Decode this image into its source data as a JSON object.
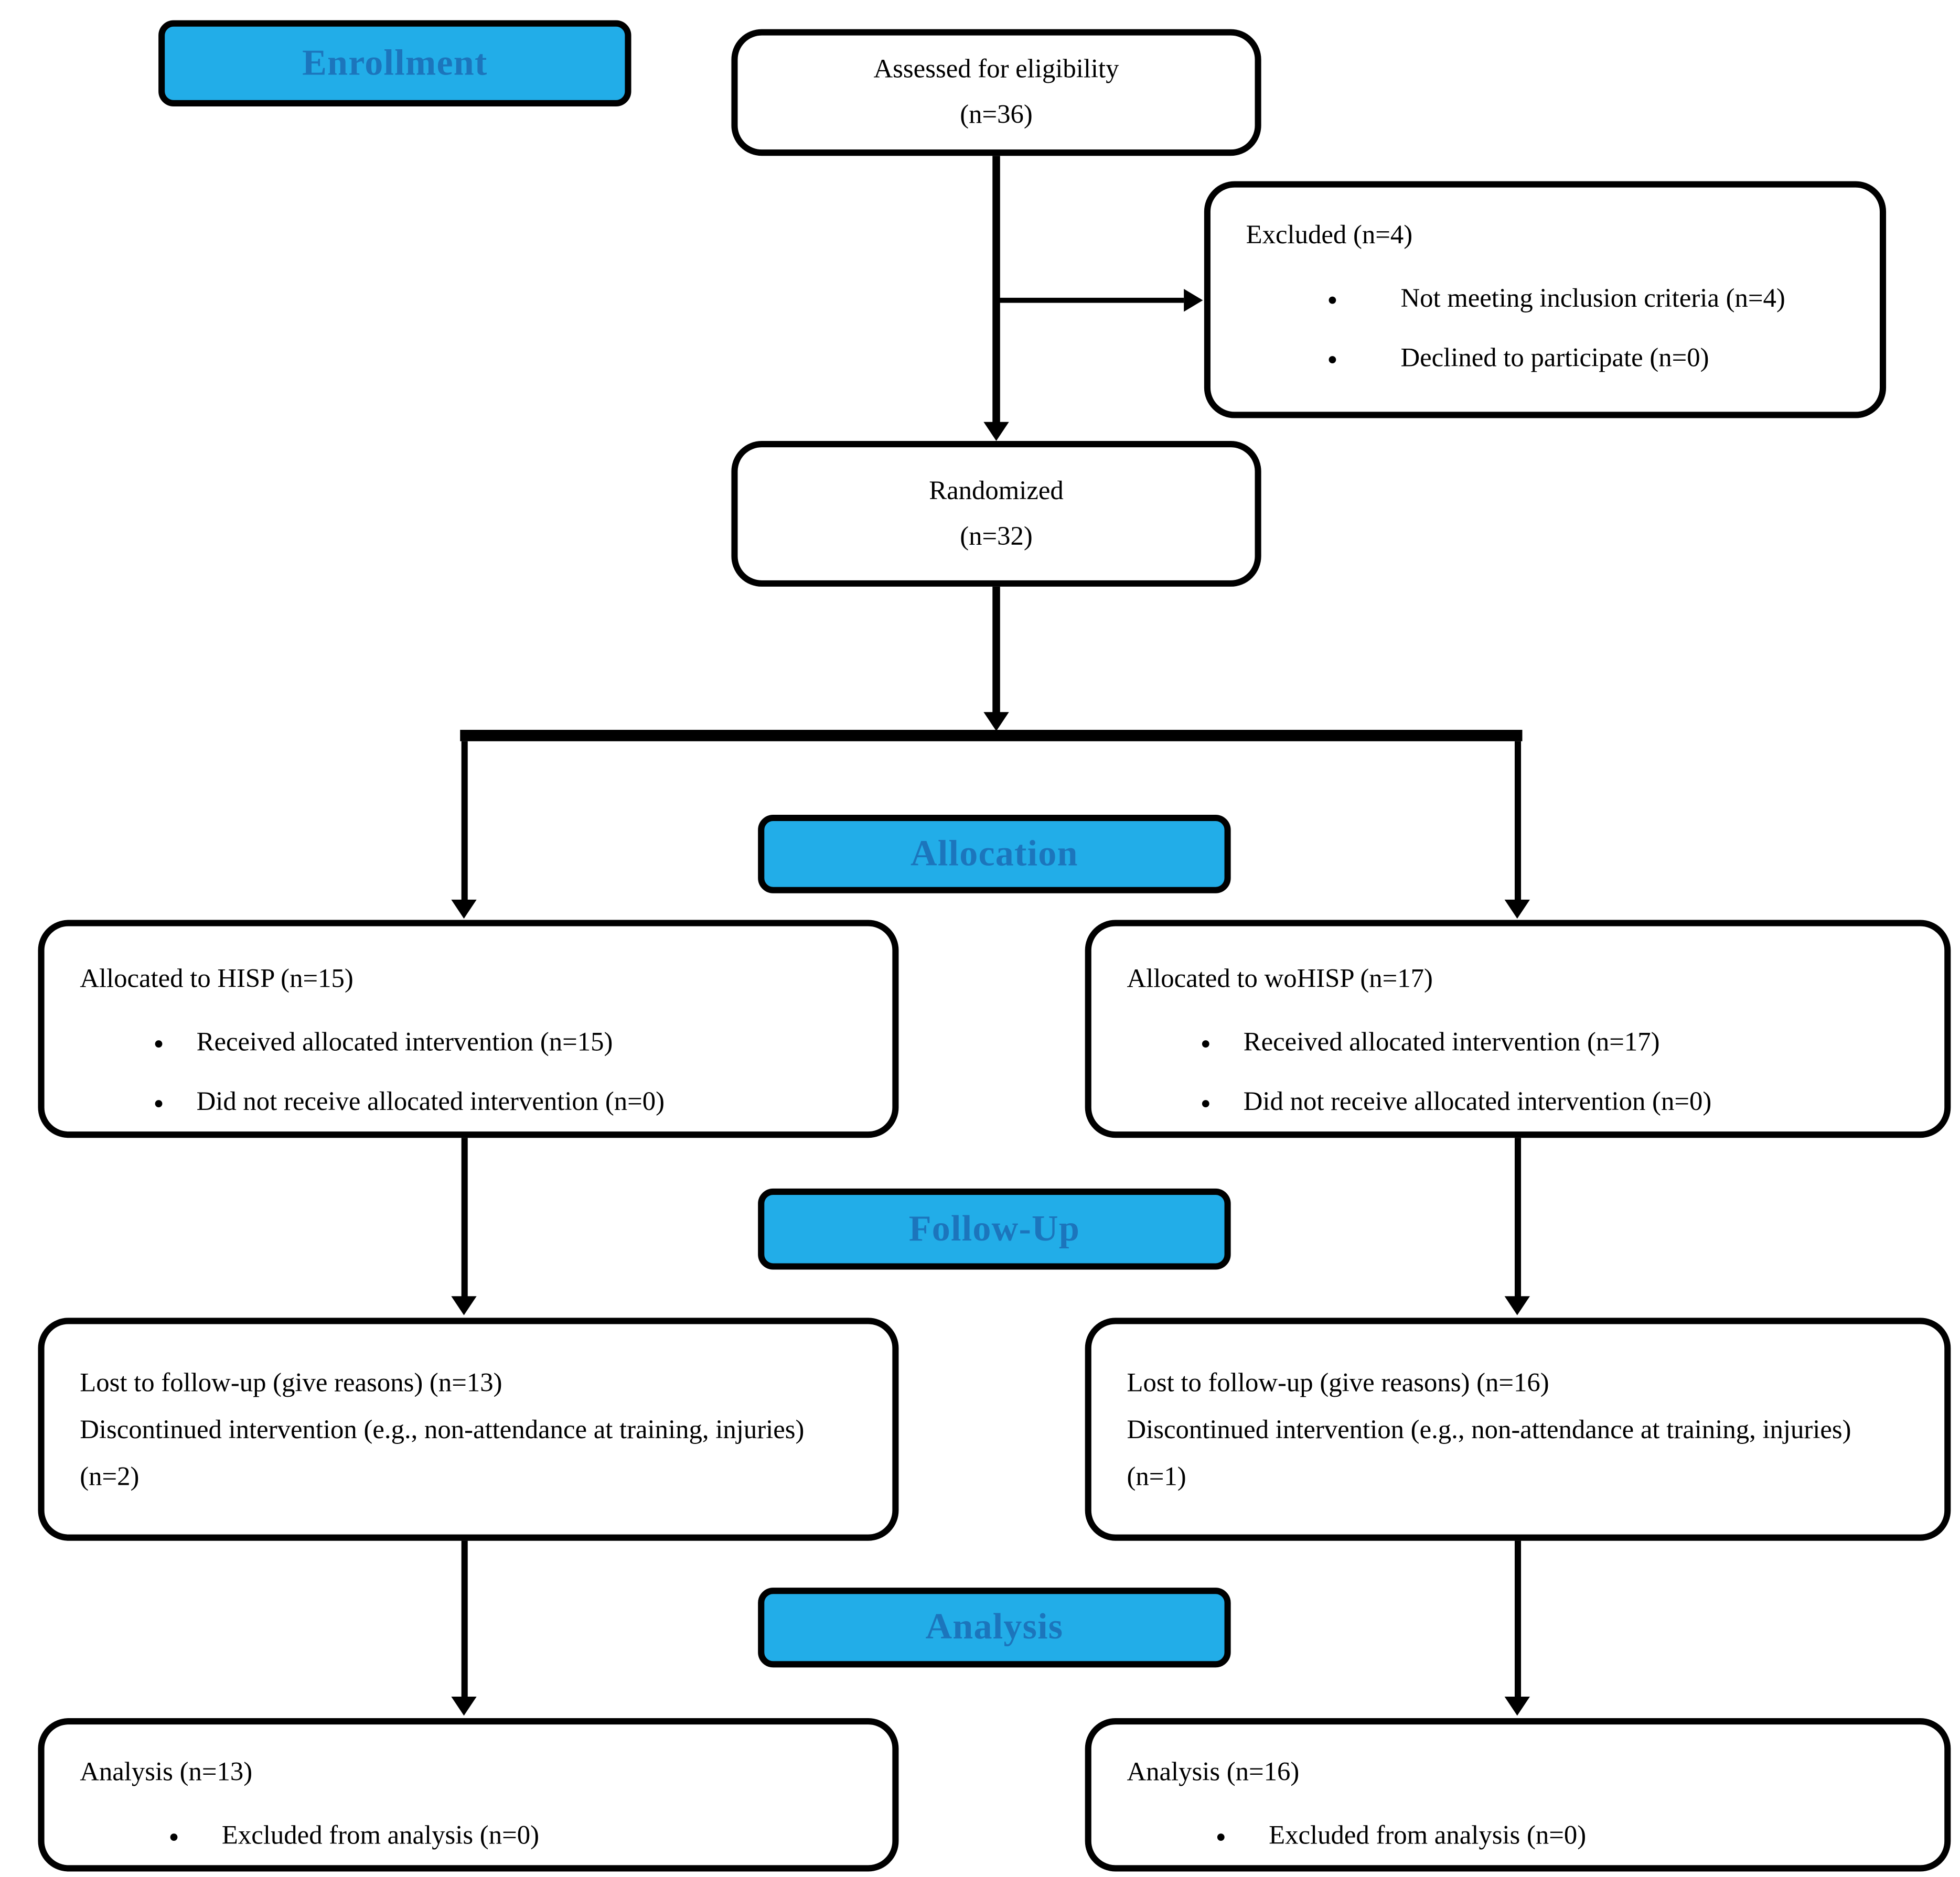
{
  "palette": {
    "band_fill": "#22ADE8",
    "band_text": "#1C75BC",
    "line_color": "#000000",
    "box_background": "#FFFFFF"
  },
  "bands": {
    "enrollment": "Enrollment",
    "allocation": "Allocation",
    "followup": "Follow-Up",
    "analysis": "Analysis"
  },
  "boxes": {
    "assessed": {
      "line1": "Assessed for eligibility",
      "line2": "(n=36)"
    },
    "excluded": {
      "title": "Excluded (n=4)",
      "bullets": [
        "Not meeting inclusion criteria (n=4)",
        "Declined to participate (n=0)"
      ]
    },
    "randomized": {
      "line1": "Randomized",
      "line2": "(n=32)"
    },
    "allocated_hisp": {
      "title": "Allocated to HISP (n=15)",
      "bullets": [
        "Received allocated intervention (n=15)",
        "Did not receive allocated intervention (n=0)"
      ]
    },
    "allocated_wohisp": {
      "title": "Allocated to woHISP (n=17)",
      "bullets": [
        "Received allocated intervention (n=17)",
        "Did not receive allocated intervention (n=0)"
      ]
    },
    "followup_hisp": {
      "line1": "Lost to follow-up (give reasons) (n=13)",
      "line2": "Discontinued intervention (e.g., non-attendance at training, injuries) (n=2)"
    },
    "followup_wohisp": {
      "line1": "Lost to follow-up (give reasons) (n=16)",
      "line2": "Discontinued intervention (e.g., non-attendance at training, injuries) (n=1)"
    },
    "analysis_hisp": {
      "title": "Analysis (n=13)",
      "bullets": [
        "Excluded from analysis (n=0)"
      ]
    },
    "analysis_wohisp": {
      "title": "Analysis (n=16)",
      "bullets": [
        "Excluded from analysis (n=0)"
      ]
    }
  }
}
